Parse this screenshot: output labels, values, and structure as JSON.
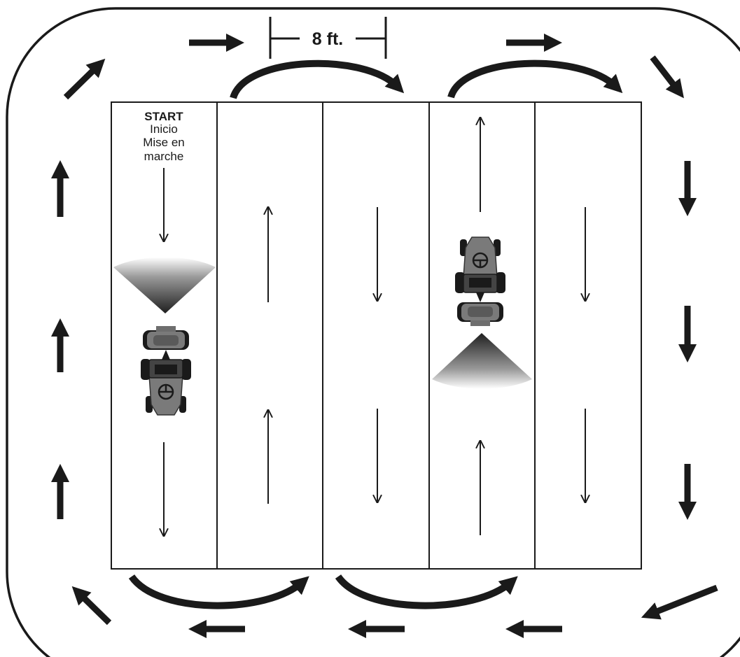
{
  "width_label": "8 ft.",
  "start_label": {
    "en": "START",
    "es": "Inicio",
    "fr_line1": "Mise en",
    "fr_line2": "marche"
  },
  "colors": {
    "ink": "#1a1a1a",
    "mower_body": "#7a7a7a",
    "mower_dark": "#333333",
    "tire": "#1a1a1a"
  },
  "icons": {
    "lane_arrow": "thin-arrow-icon",
    "perimeter_arrow": "bold-arrow-icon",
    "turn_arrow": "u-turn-arrow-icon",
    "mower": "lawn-tractor-icon",
    "discharge": "grass-discharge-fan"
  }
}
